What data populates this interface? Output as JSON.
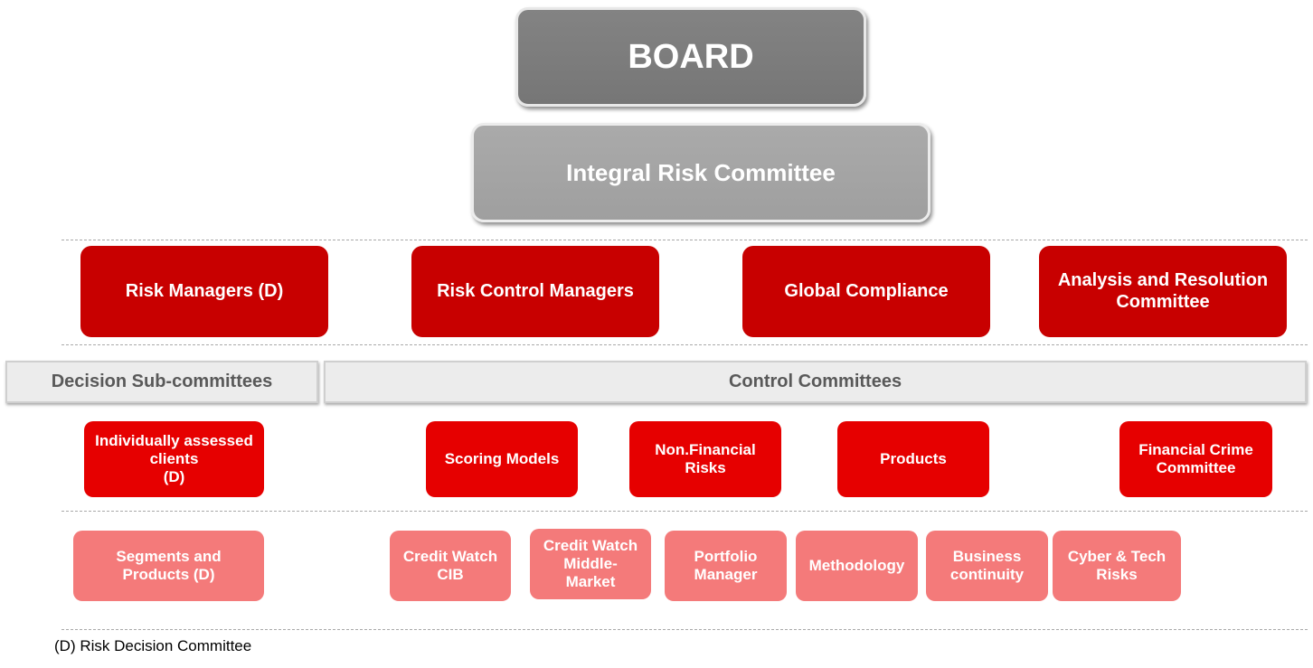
{
  "board": {
    "label": "BOARD"
  },
  "integral_risk_committee": {
    "label": "Integral Risk Committee"
  },
  "level2": [
    {
      "label": "Risk Managers (D)"
    },
    {
      "label": "Risk Control Managers"
    },
    {
      "label": "Global Compliance"
    },
    {
      "label": "Analysis and Resolution\nCommittee"
    }
  ],
  "headers": {
    "decision": "Decision Sub-committees",
    "control": "Control Committees"
  },
  "level3": [
    {
      "label": "Individually assessed\nclients\n(D)"
    },
    {
      "label": "Scoring Models"
    },
    {
      "label": "Non.Financial\nRisks"
    },
    {
      "label": "Products"
    },
    {
      "label": "Financial Crime\nCommittee"
    }
  ],
  "level4": [
    {
      "label": "Segments and\nProducts (D)"
    },
    {
      "label": "Credit Watch\nCIB"
    },
    {
      "label": "Credit Watch\nMiddle-\nMarket"
    },
    {
      "label": "Portfolio\nManager"
    },
    {
      "label": "Methodology"
    },
    {
      "label": "Business\ncontinuity"
    },
    {
      "label": "Cyber & Tech\nRisks"
    }
  ],
  "footnote": "(D) Risk Decision Committee",
  "colors": {
    "board": "#7d7d7d",
    "integral_risk_committee": "#a5a5a5",
    "level2": "#c80000",
    "level3": "#e60000",
    "level4": "#f47a7a",
    "header_bg": "#ececec",
    "header_text": "#595959"
  }
}
